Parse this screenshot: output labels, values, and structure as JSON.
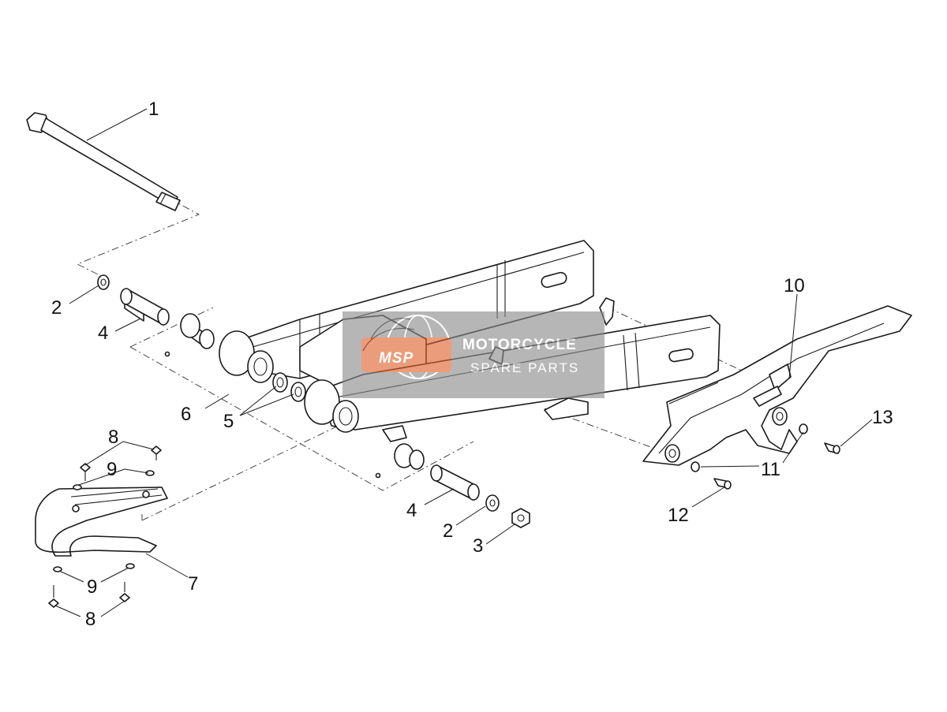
{
  "callouts": [
    {
      "id": "c1",
      "text": "1"
    },
    {
      "id": "c2a",
      "text": "2"
    },
    {
      "id": "c4a",
      "text": "4"
    },
    {
      "id": "c6",
      "text": "6"
    },
    {
      "id": "c5",
      "text": "5"
    },
    {
      "id": "c8a",
      "text": "8"
    },
    {
      "id": "c9a",
      "text": "9"
    },
    {
      "id": "c9b",
      "text": "9"
    },
    {
      "id": "c8b",
      "text": "8"
    },
    {
      "id": "c7",
      "text": "7"
    },
    {
      "id": "c4b",
      "text": "4"
    },
    {
      "id": "c2b",
      "text": "2"
    },
    {
      "id": "c3",
      "text": "3"
    },
    {
      "id": "c10",
      "text": "10"
    },
    {
      "id": "c13",
      "text": "13"
    },
    {
      "id": "c11",
      "text": "11"
    },
    {
      "id": "c12",
      "text": "12"
    }
  ],
  "watermark": {
    "logo_text": "MSP",
    "line1": "MOTORCYCLE",
    "line2": "SPARE PARTS",
    "colors": {
      "panel": "#8a8a8a",
      "badge": "#e0602a",
      "text": "#ffffff"
    }
  }
}
